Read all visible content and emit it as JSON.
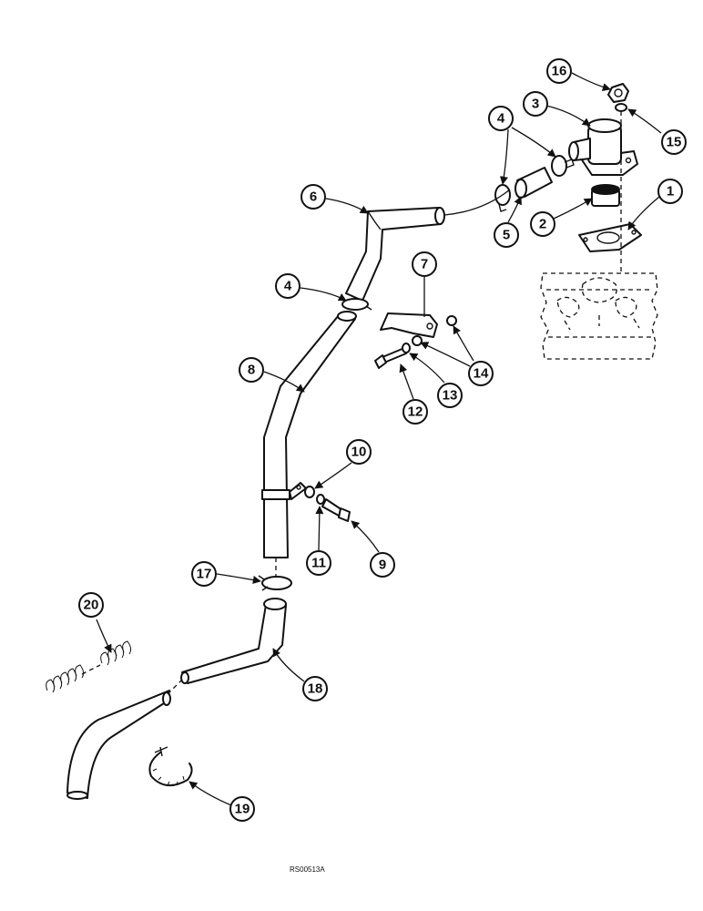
{
  "diagram": {
    "reference_code": "RS00513A",
    "callouts": [
      {
        "id": "c16",
        "label": "16"
      },
      {
        "id": "c3",
        "label": "3"
      },
      {
        "id": "c15",
        "label": "15"
      },
      {
        "id": "c4a",
        "label": "4"
      },
      {
        "id": "c6",
        "label": "6"
      },
      {
        "id": "c1",
        "label": "1"
      },
      {
        "id": "c2",
        "label": "2"
      },
      {
        "id": "c5",
        "label": "5"
      },
      {
        "id": "c7",
        "label": "7"
      },
      {
        "id": "c4b",
        "label": "4"
      },
      {
        "id": "c14",
        "label": "14"
      },
      {
        "id": "c8",
        "label": "8"
      },
      {
        "id": "c13",
        "label": "13"
      },
      {
        "id": "c12",
        "label": "12"
      },
      {
        "id": "c10",
        "label": "10"
      },
      {
        "id": "c11",
        "label": "11"
      },
      {
        "id": "c9",
        "label": "9"
      },
      {
        "id": "c17",
        "label": "17"
      },
      {
        "id": "c20",
        "label": "20"
      },
      {
        "id": "c18",
        "label": "18"
      },
      {
        "id": "c19",
        "label": "19"
      }
    ]
  }
}
